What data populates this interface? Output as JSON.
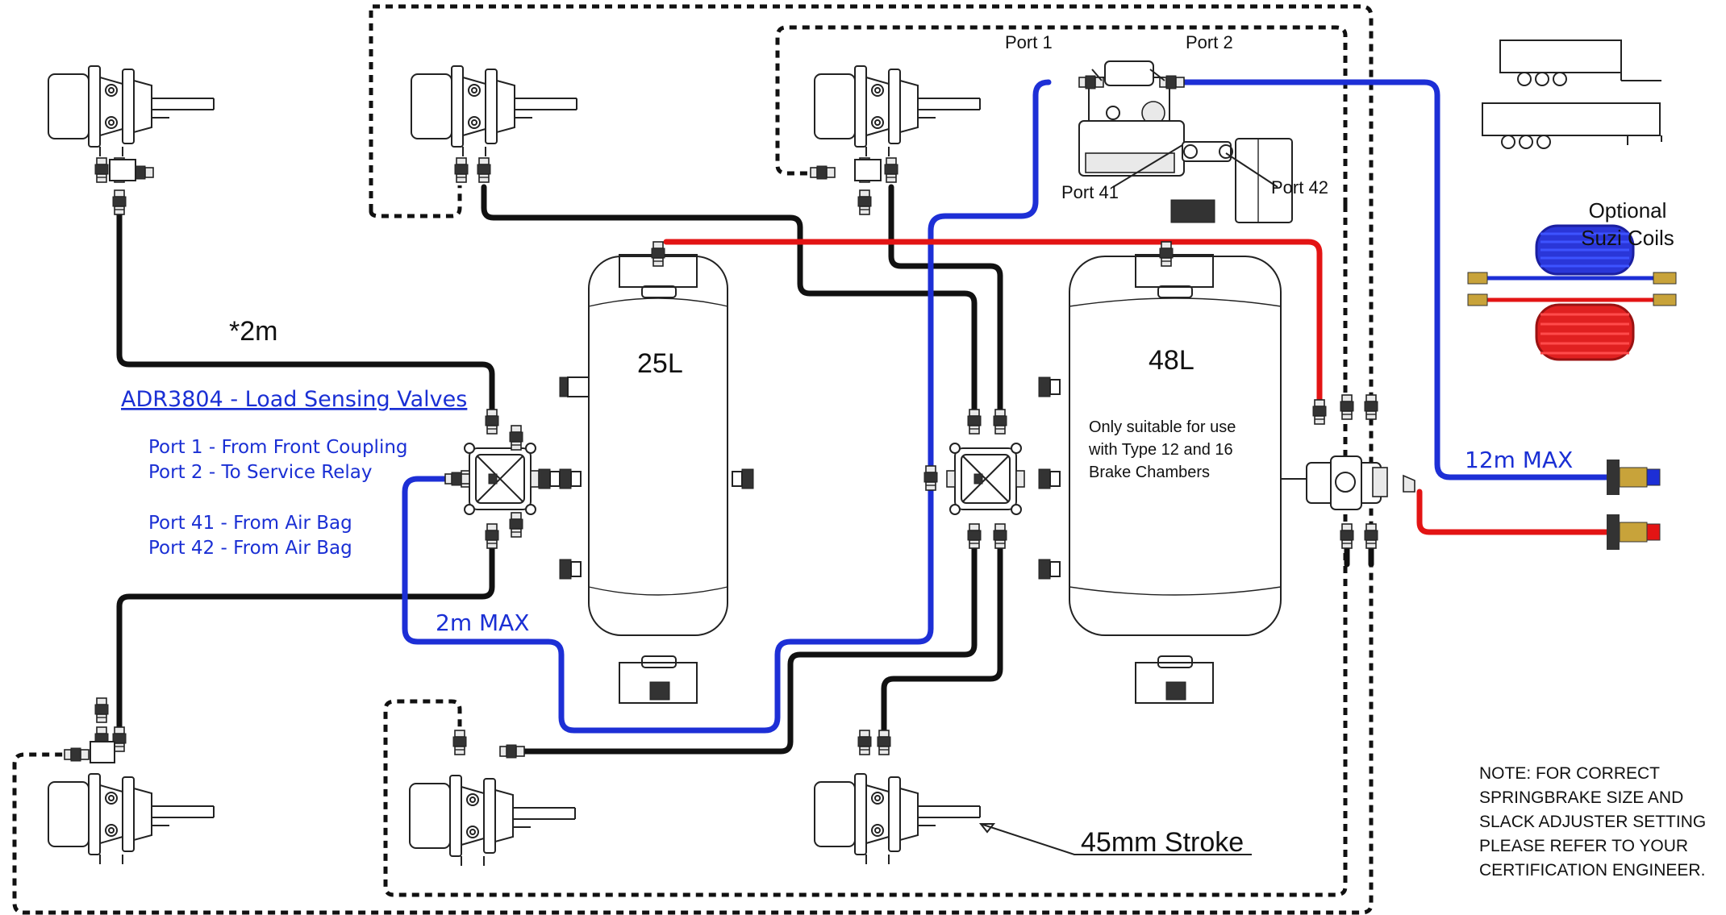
{
  "labels": {
    "port1_top": "Port 1",
    "port2_top": "Port 2",
    "port41": "Port 41",
    "port42": "Port 42",
    "optional": "Optional",
    "suzi_coils": "Suzi Coils",
    "length_2m": "*2m",
    "tank_25": "25L",
    "tank_48": "48L",
    "tank48_note_l1": "Only suitable for use",
    "tank48_note_l2": "with Type 12 and 16",
    "tank48_note_l3": "Brake Chambers",
    "max_2m": "2m MAX",
    "max_12m": "12m MAX",
    "stroke": "45mm Stroke"
  },
  "legend": {
    "title": "ADR3804 - Load Sensing Valves",
    "line1": "Port 1 - From Front Coupling",
    "line2": "Port 2 - To Service Relay",
    "line3": "Port 41 - From Air Bag",
    "line4": "Port 42 - From Air Bag"
  },
  "note": {
    "line1": "NOTE:  FOR CORRECT",
    "line2": "SPRINGBRAKE SIZE AND",
    "line3": "SLACK ADJUSTER SETTING",
    "line4": "PLEASE REFER TO YOUR",
    "line5": "CERTIFICATION ENGINEER."
  },
  "colors": {
    "supply_line": "#e31414",
    "control_line": "#1d2fd6",
    "brake_line": "#111111",
    "legend_text": "#1a2fd4"
  }
}
